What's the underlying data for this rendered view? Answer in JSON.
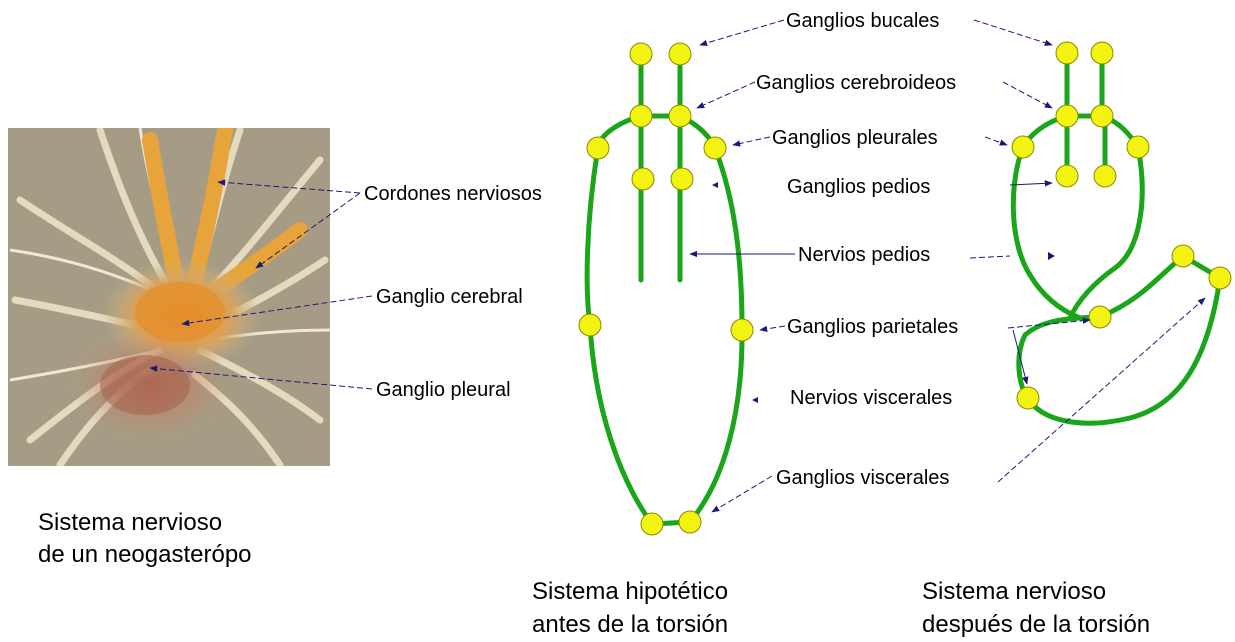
{
  "photo": {
    "labels": {
      "cords": "Cordones nerviosos",
      "cerebral": "Ganglio cerebral",
      "pleural": "Ganglio pleural"
    },
    "caption": [
      "Sistema nervioso",
      "de un neogasterópo"
    ]
  },
  "labels": {
    "buccal": "Ganglios bucales",
    "cerebroid": "Ganglios cerebroideos",
    "pleural": "Ganglios pleurales",
    "pedal": "Ganglios pedios",
    "pedal_nerves": "Nervios pedios",
    "parietal": "Ganglios parietales",
    "visceral_nerves": "Nervios viscerales",
    "visceral": "Ganglios viscerales"
  },
  "captions": {
    "before": [
      "Sistema hipotético",
      "antes de la torsión"
    ],
    "after": [
      "Sistema nervioso",
      "después de la torsión"
    ]
  },
  "colors": {
    "nerve": "#1aa51a",
    "ganglion": "#f3f311",
    "pointer": "#1a1a7a"
  }
}
